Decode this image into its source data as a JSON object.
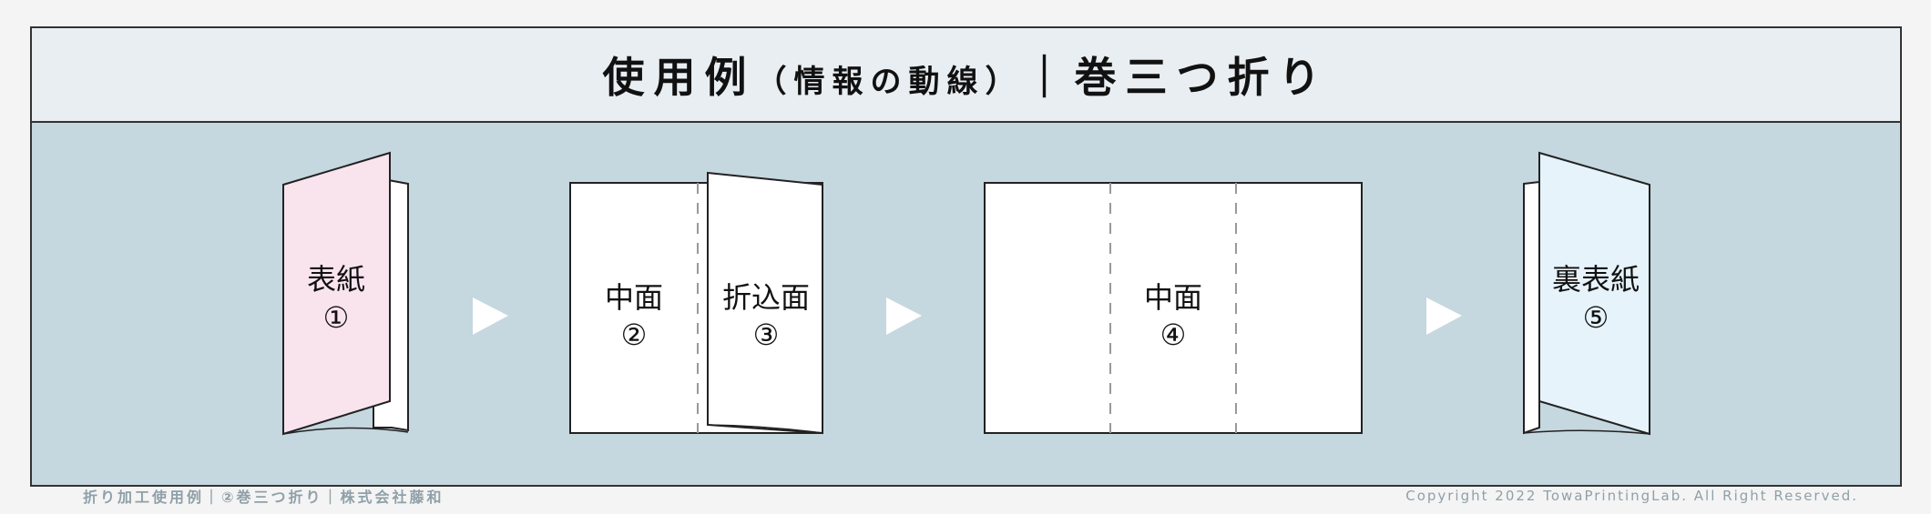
{
  "header": {
    "title_main": "使用例",
    "title_sub": "（情報の動線）",
    "title_divider": "｜",
    "title_fold": "巻三つ折り"
  },
  "panels": [
    {
      "label": "表紙",
      "num": "①",
      "fill": "#f9e4ee"
    },
    {
      "label": "中面",
      "num": "②"
    },
    {
      "label": "折込面",
      "num": "③"
    },
    {
      "label": "中面",
      "num": "④"
    },
    {
      "label": "裏表紙",
      "num": "⑤",
      "fill": "#e6f3fb"
    }
  ],
  "footer": {
    "left": "折り加工使用例｜②巻三つ折り｜株式会社藤和",
    "right": "Copyright 2022 TowaPrintingLab. All Right Reserved."
  },
  "colors": {
    "frame_bg": "#c5d7df",
    "header_bg": "#e8eef2",
    "arrow": "#ffffff",
    "cover_fill": "#f9e4ee",
    "back_cover_fill": "#e6f3fb"
  }
}
